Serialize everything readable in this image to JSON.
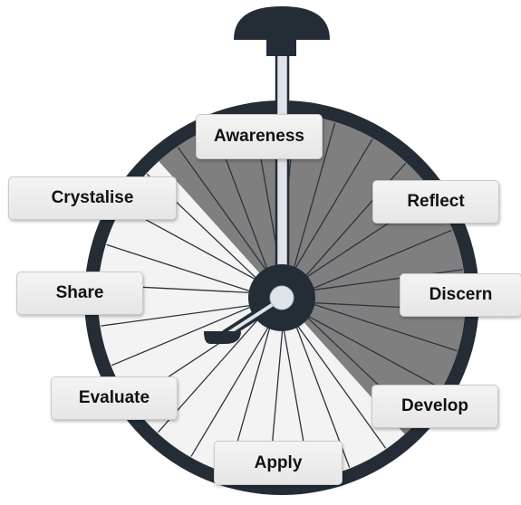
{
  "wheel": {
    "title": "",
    "stages": [
      {
        "id": "awareness",
        "label": "Awareness"
      },
      {
        "id": "reflect",
        "label": "Reflect"
      },
      {
        "id": "discern",
        "label": "Discern"
      },
      {
        "id": "develop",
        "label": "Develop"
      },
      {
        "id": "apply",
        "label": "Apply"
      },
      {
        "id": "evaluate",
        "label": "Evaluate"
      },
      {
        "id": "share",
        "label": "Share"
      },
      {
        "id": "crystalise",
        "label": "Crystalise"
      }
    ],
    "colors": {
      "rim": "#242c36",
      "hub": "#242c36",
      "axle": "#dfe3ea",
      "shaded_sector": "#7f7f7f",
      "light_sector": "#f3f3f3",
      "spokes": "#2b3340",
      "handle": "#242c36",
      "label_border": "#c9c9c9"
    }
  }
}
